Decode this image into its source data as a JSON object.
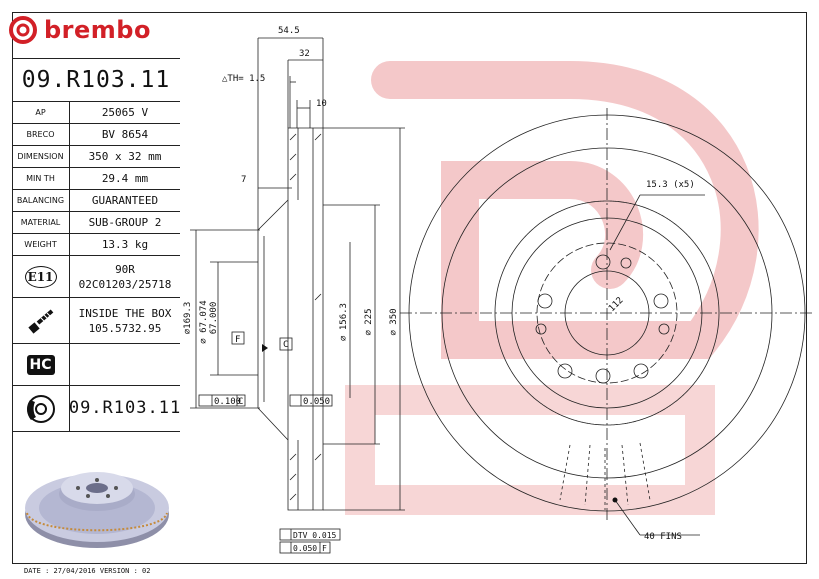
{
  "brand": {
    "name": "brembo",
    "color": "#d22027"
  },
  "part_number": "09.R103.11",
  "specs": [
    {
      "key": "AP",
      "value": "25065 V"
    },
    {
      "key": "BRECO",
      "value": "BV 8654"
    },
    {
      "key": "DIMENSION",
      "value": "350 x 32 mm"
    },
    {
      "key": "MIN TH",
      "value": "29.4 mm"
    },
    {
      "key": "BALANCING",
      "value": "GUARANTEED"
    },
    {
      "key": "MATERIAL",
      "value": "SUB-GROUP 2"
    },
    {
      "key": "WEIGHT",
      "value": "13.3 kg"
    }
  ],
  "approval": {
    "icon": "e11-approval-icon",
    "mark": "E11",
    "line1": "90R",
    "line2": "02C01203/25718"
  },
  "box": {
    "icon": "screw-icon",
    "line1": "INSIDE THE BOX",
    "line2": "105.5732.95"
  },
  "hc": {
    "icon": "hc-icon",
    "mark": "HC"
  },
  "bottom": {
    "icon": "disc-caliper-icon",
    "part_number": "09.R103.11"
  },
  "footer": {
    "date_label": "DATE : 27/04/2016 VERSION : 02"
  },
  "dimensions": {
    "overall_width": "54.5",
    "thickness": "32",
    "th_note": "△TH= 1.5",
    "vane": "10",
    "hat_offset": "7",
    "hat_dia": "⌀169.3",
    "bore_max": "⌀ 67.074",
    "bore_min": "67.000",
    "inner_ring": "⌀ 156.3",
    "face_dia": "⌀ 225",
    "outer_dia": "⌀ 350",
    "datum_f": "F",
    "datum_c": "C",
    "tol_parallel": "0.100",
    "tol_parallel_ref": "C",
    "tol_flat": "0.050",
    "dtv": "DTV 0.015",
    "tol_runout": "0.050",
    "tol_runout_ref": "F",
    "hole_dia": "15.3 (x5)",
    "pcd": "112",
    "fins": "40 FINS"
  }
}
